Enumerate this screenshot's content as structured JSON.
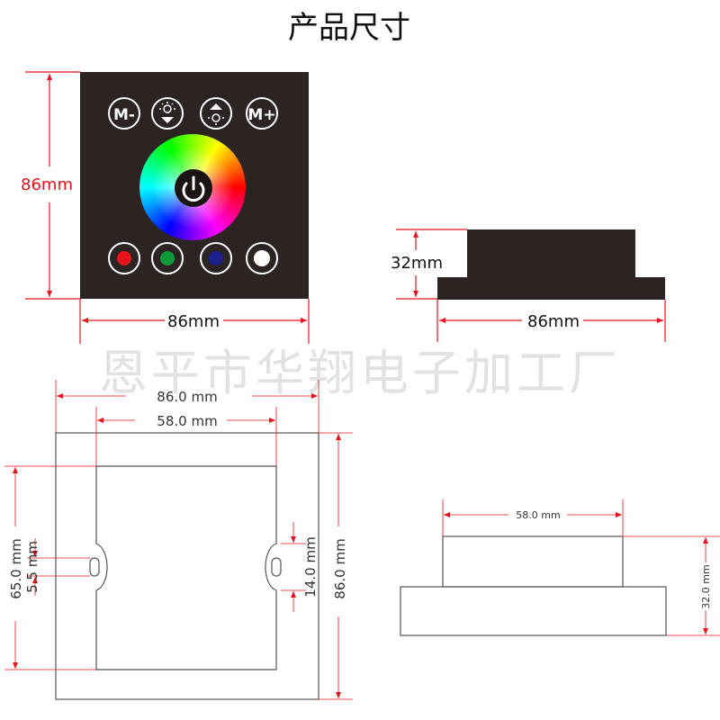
{
  "title": "产品尺寸",
  "watermark": "恩平市华翔电子加工厂",
  "front_view": {
    "buttons_top": [
      "M-",
      "M+"
    ],
    "brightness_icons": [
      "brightness-down-icon",
      "brightness-up-icon"
    ],
    "color_buttons": [
      "#e8141b",
      "#0f9a3a",
      "#1c1f8e",
      "#ffffff"
    ],
    "power_icon": "power-icon",
    "height_label": "86mm",
    "width_label": "86mm"
  },
  "side_view": {
    "height_label": "32mm",
    "width_label": "86mm"
  },
  "drawing_front": {
    "outer_width_label": "86.0 mm",
    "inner_width_label": "58.0 mm",
    "left_height_label": "65.0 mm",
    "slot_label": "5.5 mm",
    "right_inner_label": "14.0 mm",
    "right_outer_label": "86.0 mm"
  },
  "drawing_side": {
    "top_width_label": "58.0 mm",
    "height_label": "32.0 mm"
  },
  "colors": {
    "dimension_red": "#e8141b",
    "device_body": "#2b2422",
    "line_gray": "#555555",
    "watermark": "#e2e2e2"
  }
}
